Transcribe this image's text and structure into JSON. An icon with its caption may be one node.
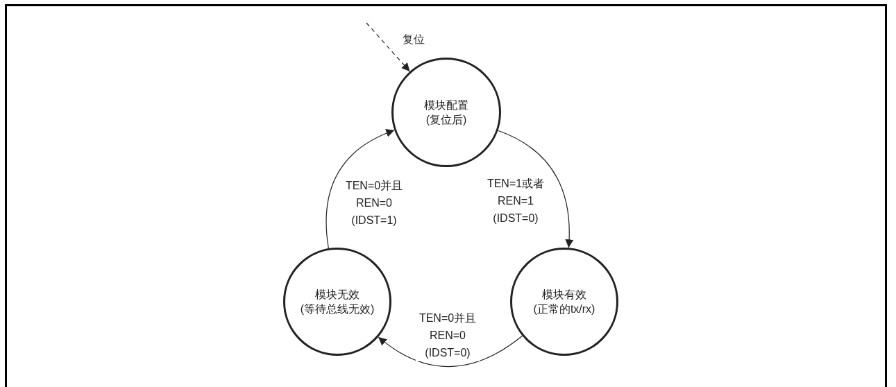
{
  "diagram": {
    "nodes": [
      {
        "text": [
          "模块配置",
          "(复位后)"
        ]
      },
      {
        "text": [
          "模块有效",
          "(正常的tx/rx)"
        ]
      },
      {
        "text": [
          "模块无效",
          "(等待总线无效)"
        ]
      }
    ],
    "edges": [
      {
        "from": null,
        "to": 0,
        "arrow": "to",
        "style": "dashed",
        "label": "复位"
      },
      {
        "from": 0,
        "to": 1,
        "arrow": "to",
        "label": "TEN=1或者 REN=1 (IDST=0)"
      },
      {
        "from": 1,
        "to": 2,
        "arrow": "to",
        "label": "TEN=0并且 REN=0 (IDST=0)"
      },
      {
        "from": 2,
        "to": 0,
        "arrow": "to",
        "label": "TEN=0并且 REN=0 (IDST=1)"
      }
    ]
  }
}
